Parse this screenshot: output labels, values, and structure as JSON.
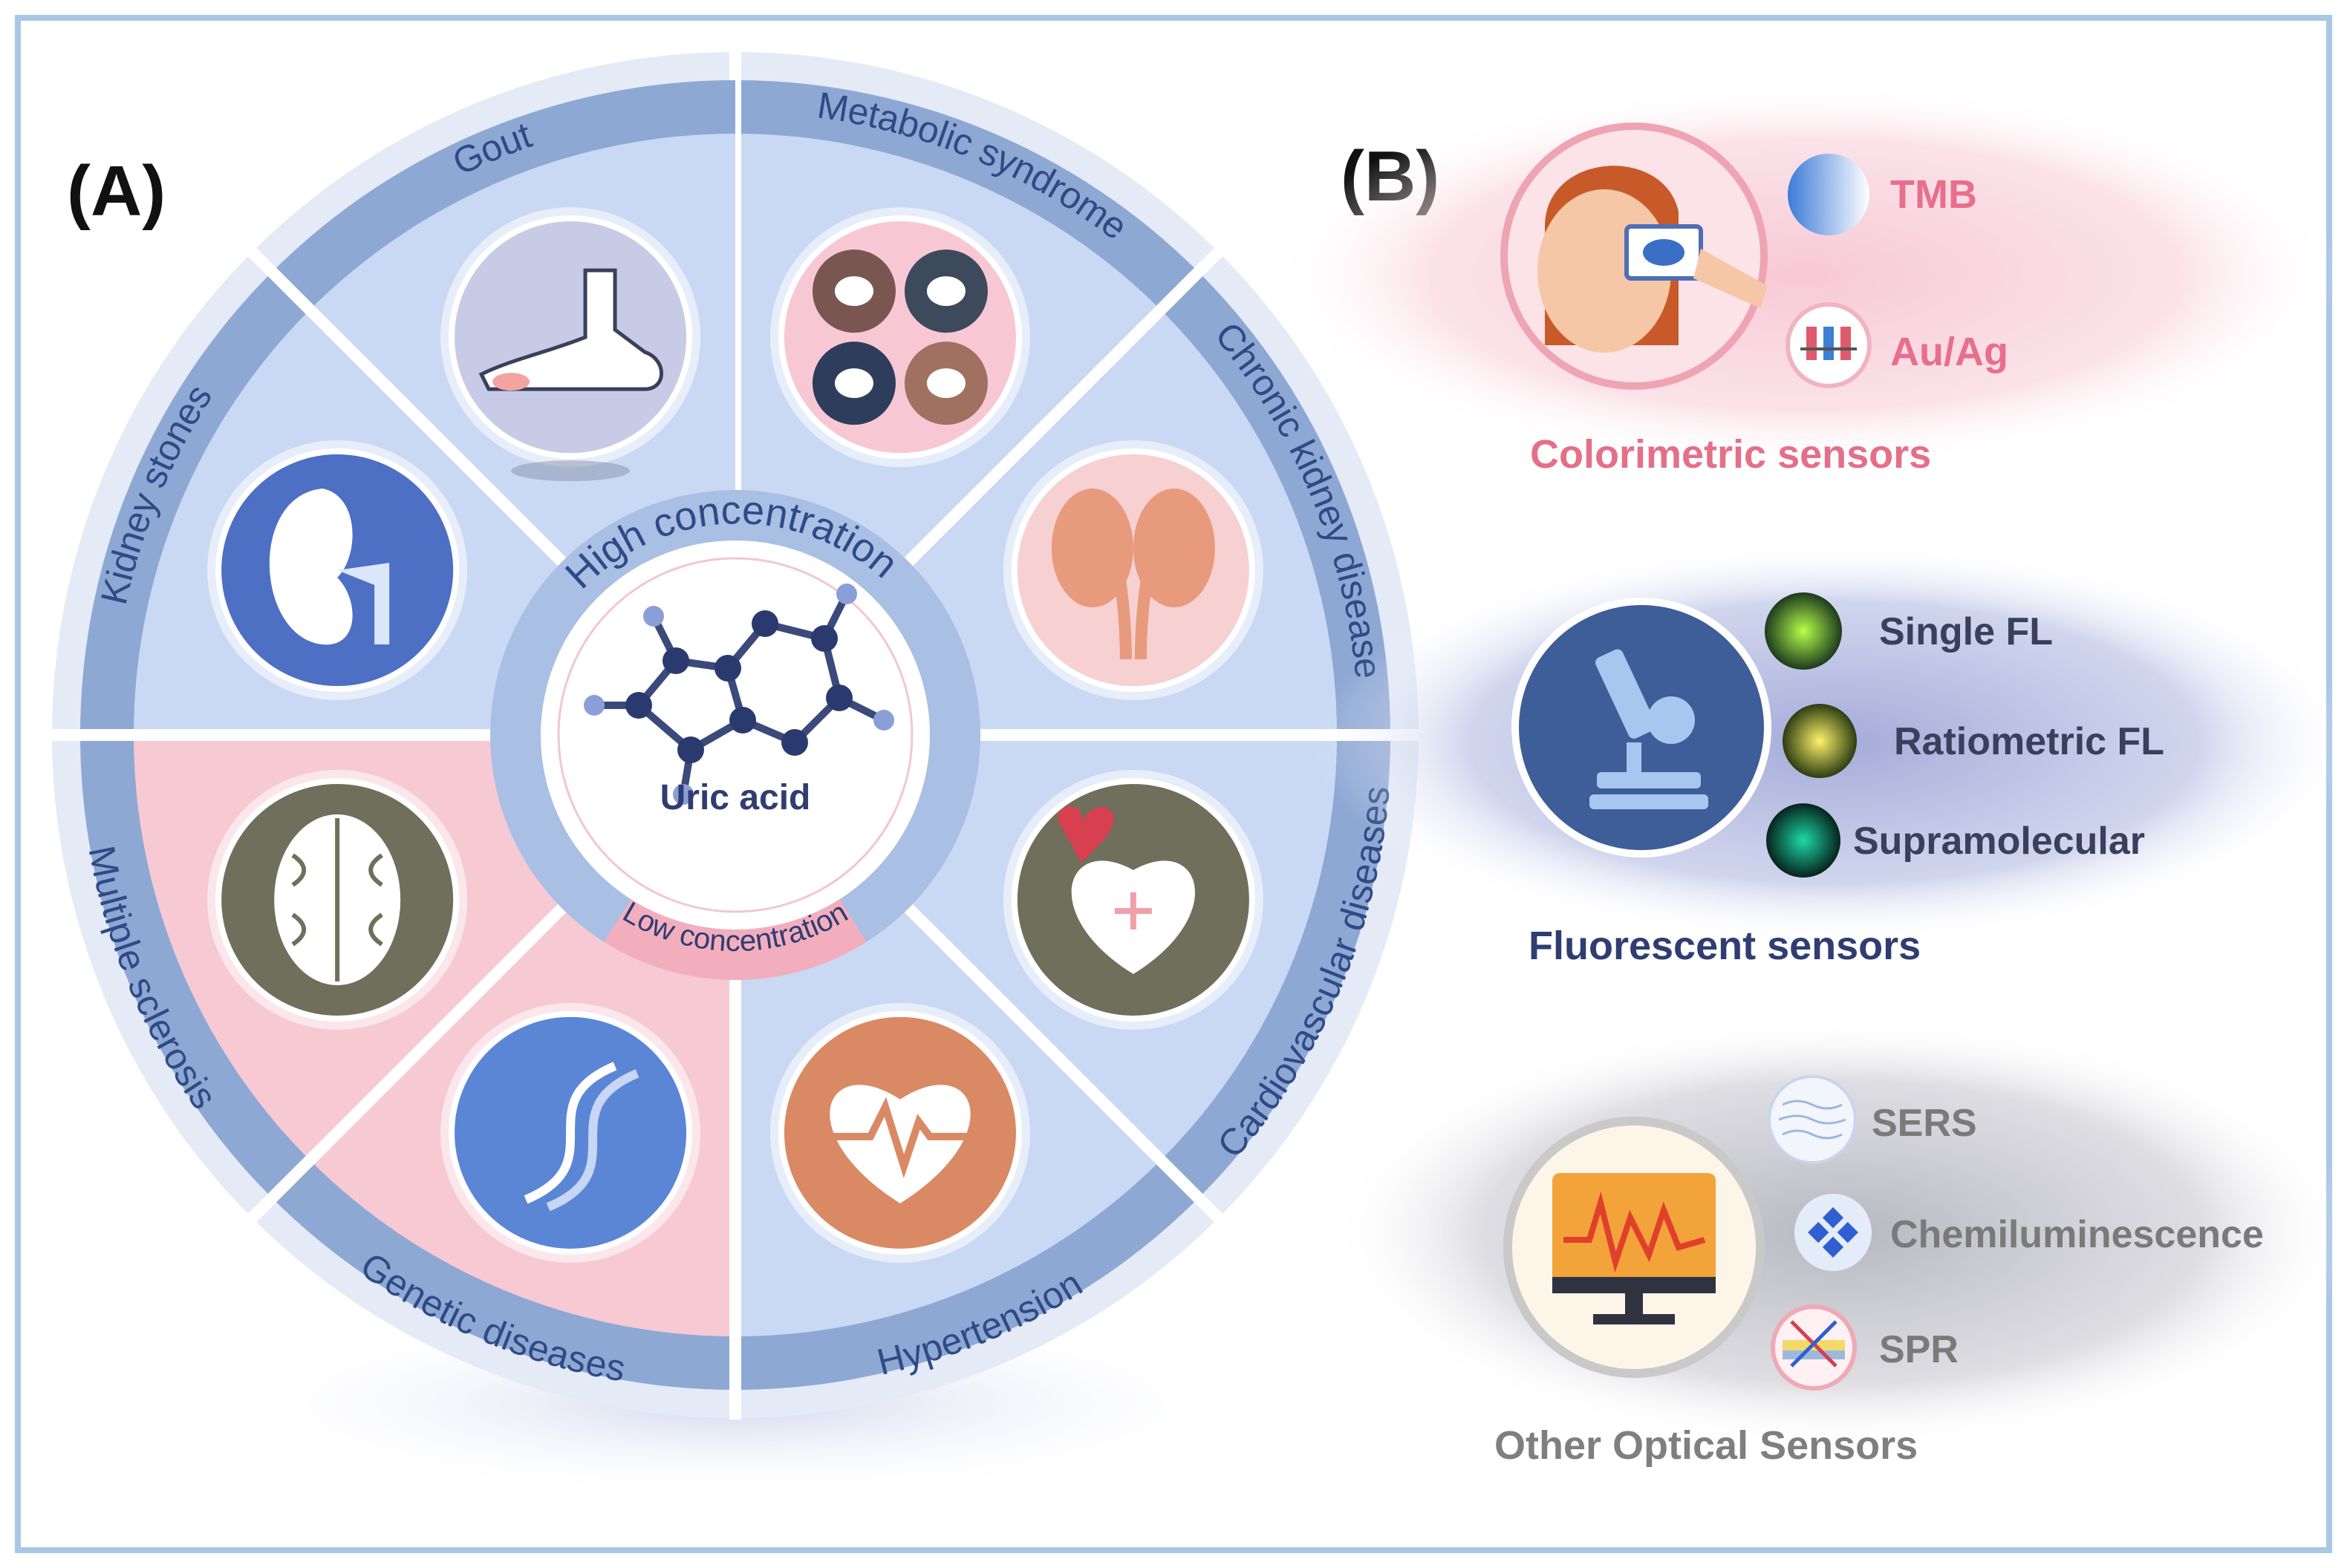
{
  "panel_a": {
    "label": "(A)",
    "center": {
      "molecule_label": "Uric acid",
      "high_label": "High concentration",
      "low_label": "Low concentration"
    },
    "segments": [
      {
        "label": "Metabolic syndrome",
        "icon": "digestive-organs-icon"
      },
      {
        "label": "Chronic kidney disease",
        "icon": "kidneys-icon"
      },
      {
        "label": "Cardiovascular diseases",
        "icon": "heart-icon"
      },
      {
        "label": "Hypertension",
        "icon": "heartbeat-icon"
      },
      {
        "label": "Genetic diseases",
        "icon": "dna-icon"
      },
      {
        "label": "Multiple sclerosis",
        "icon": "brain-icon"
      },
      {
        "label": "Kidney stones",
        "icon": "kidney-stone-icon"
      },
      {
        "label": "Gout",
        "icon": "foot-icon"
      }
    ],
    "colors": {
      "blue_segment": "#c9d9f4",
      "pink_segment": "#f6c9d3",
      "band": "#8ea8d4",
      "title_text": "#2f4a86"
    }
  },
  "panel_b": {
    "label": "(B)",
    "groups": [
      {
        "title": "Colorimetric sensors",
        "icon": "eye-test-icon",
        "color": "#e56f88",
        "items": [
          {
            "label": "TMB",
            "icon": "gradient-dot-icon"
          },
          {
            "label": "Au/Ag",
            "icon": "test-tubes-icon"
          }
        ]
      },
      {
        "title": "Fluorescent sensors",
        "icon": "microscope-icon",
        "color": "#2f3d72",
        "items": [
          {
            "label": "Single FL",
            "icon": "single-fl-icon"
          },
          {
            "label": "Ratiometric FL",
            "icon": "ratiometric-fl-icon"
          },
          {
            "label": "Supramolecular",
            "icon": "supramolecular-icon"
          }
        ]
      },
      {
        "title": "Other Optical Sensors",
        "icon": "monitor-icon",
        "color": "#7f7f7f",
        "items": [
          {
            "label": "SERS",
            "icon": "sers-icon"
          },
          {
            "label": "Chemiluminescence",
            "icon": "chemiluminescence-icon"
          },
          {
            "label": "SPR",
            "icon": "spr-icon"
          }
        ]
      }
    ]
  }
}
